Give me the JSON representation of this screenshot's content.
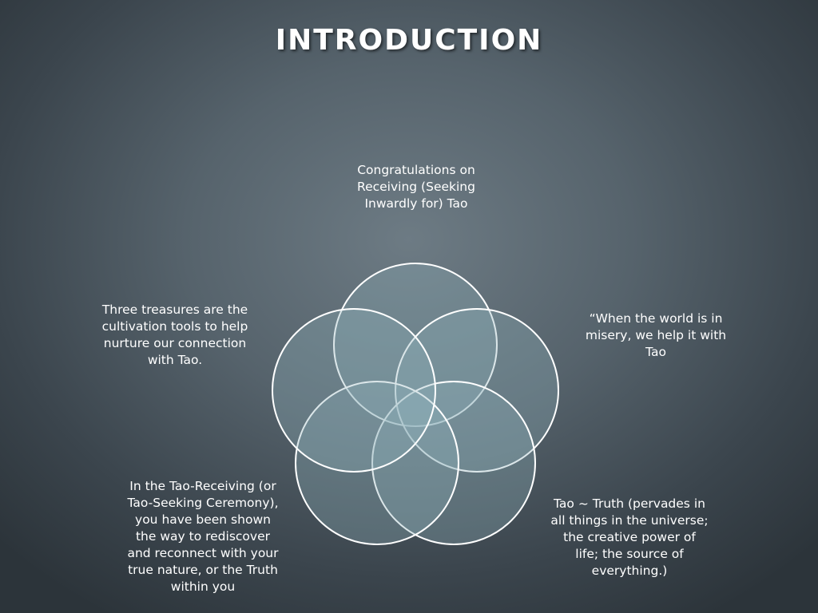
{
  "slide": {
    "title": "INTRODUCTION"
  },
  "diagram": {
    "type": "cycle-venn",
    "nodes": [
      {
        "id": "top",
        "text": "Congratulations on\nReceiving (Seeking\nInwardly for) Tao"
      },
      {
        "id": "right",
        "text": "“When the world is in\nmisery, we help it with\nTao"
      },
      {
        "id": "bottom-right",
        "text": "Tao ~ Truth (pervades in\nall things in the universe;\nthe creative power of\nlife; the source of\neverything.)"
      },
      {
        "id": "bottom-left",
        "text": "In the Tao-Receiving (or\nTao-Seeking Ceremony),\nyou have been shown\nthe way to rediscover\nand reconnect with  your\ntrue nature, or the Truth\nwithin you"
      },
      {
        "id": "left",
        "text": "Three treasures are the\ncultivation tools to help\nnurture our connection\nwith Tao."
      }
    ],
    "circle_fill": "#8fb0ba",
    "circle_stroke": "#ffffff"
  }
}
